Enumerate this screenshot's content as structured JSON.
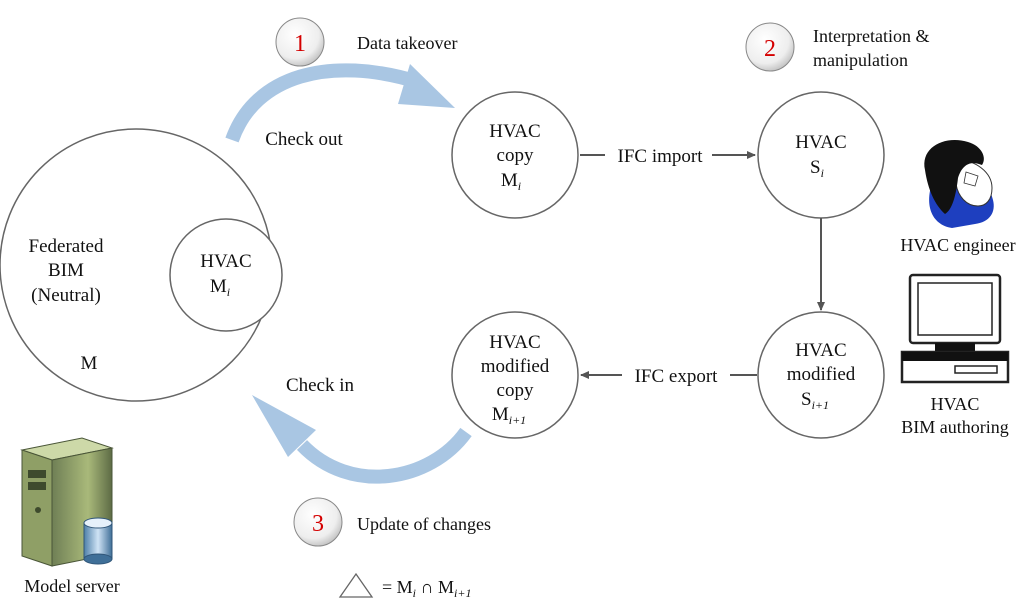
{
  "steps": [
    {
      "number": "1",
      "label": "Data takeover"
    },
    {
      "number": "2",
      "label_line1": "Interpretation &",
      "label_line2": "manipulation"
    },
    {
      "number": "3",
      "label": "Update of changes"
    }
  ],
  "federated": {
    "line1": "Federated",
    "line2": "BIM",
    "line3": "(Neutral)",
    "model_letter": "M",
    "inner_title": "HVAC",
    "inner_model": "M",
    "inner_sub": "i"
  },
  "nodes": {
    "copy": {
      "line1": "HVAC",
      "line2": "copy",
      "model": "M",
      "sub": "i"
    },
    "sub": {
      "line1": "HVAC",
      "model": "S",
      "sub": "i"
    },
    "modified_sub": {
      "line1": "HVAC",
      "line2": "modified",
      "model": "S",
      "sub": "i+1"
    },
    "modified_copy": {
      "line1": "HVAC",
      "line2": "modified",
      "line3": "copy",
      "model": "M",
      "sub": "i+1"
    }
  },
  "arrows": {
    "check_out": "Check out",
    "check_in": "Check in",
    "ifc_import": "IFC import",
    "ifc_export": "IFC export"
  },
  "actors": {
    "engineer": "HVAC engineer",
    "authoring_line1": "HVAC",
    "authoring_line2": "BIM authoring",
    "server": "Model server"
  },
  "legend": {
    "prefix": "= M",
    "sub1": "i",
    "op": " ∩ M",
    "sub2": "i+1"
  },
  "icons": [
    "numbered-circle",
    "person-icon",
    "computer-icon",
    "server-icon",
    "triangle-icon"
  ],
  "colors": {
    "step_number": "#d40000",
    "flow_arrow": "#a9c6e3",
    "line": "#555555"
  }
}
